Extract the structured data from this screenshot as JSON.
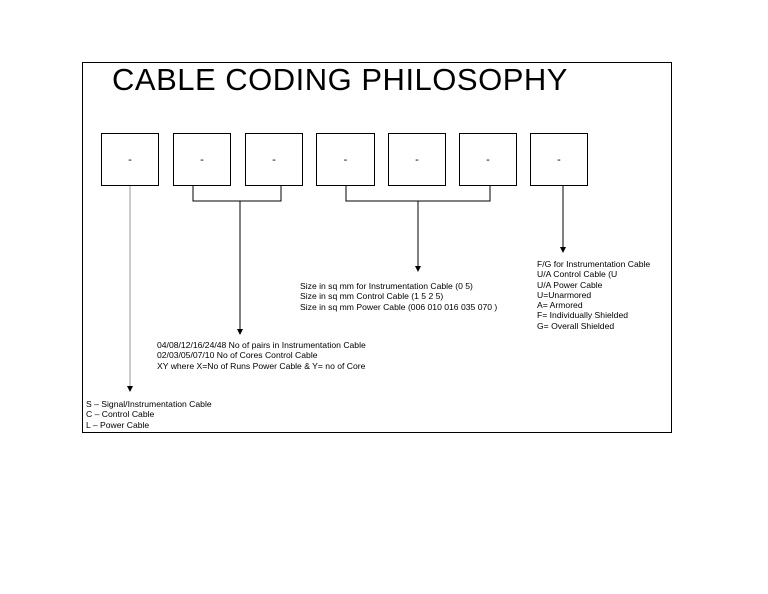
{
  "title": "CABLE CODING PHILOSOPHY",
  "code_boxes": [
    "-",
    "-",
    "-",
    "-",
    "-",
    "-",
    "-"
  ],
  "cable_type_lines": [
    "S – Signal/Instrumentation Cable",
    "C – Control Cable",
    "L – Power Cable"
  ],
  "count_lines": [
    "04/08/12/16/24/48 No of pairs in Instrumentation Cable",
    "02/03/05/07/10 No of Cores Control Cable",
    "XY where X=No of Runs Power Cable & Y= no of Core"
  ],
  "size_lines": [
    "Size in sq mm  for Instrumentation Cable (0 5)",
    "Size in sq mm  Control Cable (1 5  2 5)",
    "Size in sq mm  Power Cable (006 010 016 035 070 )"
  ],
  "armour_lines": [
    "F/G  for Instrumentation Cable",
    "U/A  Control Cable (U",
    "U/A  Power Cable",
    "U=Unarmored",
    "A= Armored",
    "F= Individually Shielded",
    "G= Overall Shielded"
  ]
}
